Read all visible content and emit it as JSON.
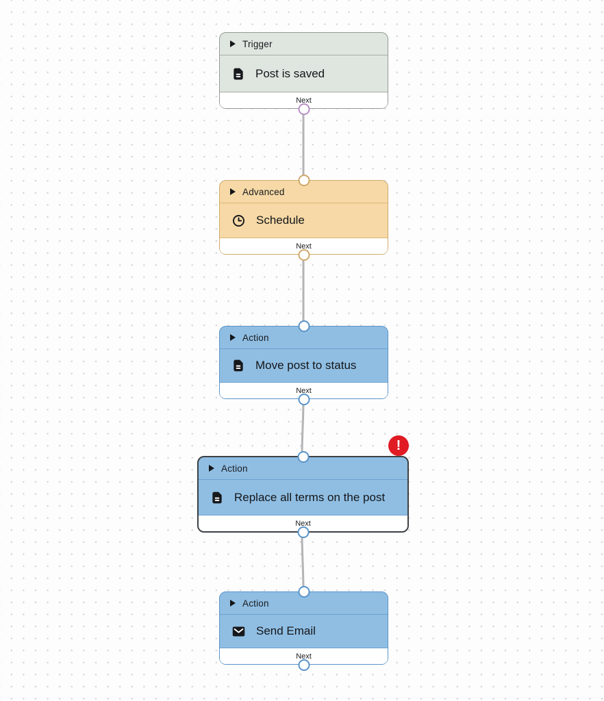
{
  "canvas": {
    "background": "#fdfdfe",
    "dot_color": "#d4d4d8",
    "connector_color": "#b4b4b6"
  },
  "error_badge": {
    "symbol": "!",
    "color": "#e01b24",
    "attached_to": "Replace all terms on the post"
  },
  "nodes": [
    {
      "category": "Trigger",
      "title": "Post is saved",
      "icon": "document-icon",
      "footer_label": "Next",
      "fill": "#dfe5df",
      "border_color": "#949a94",
      "output_port_color": "#b78fc4",
      "has_input_port": false,
      "has_output_port": true,
      "selected": false,
      "has_error": false
    },
    {
      "category": "Advanced",
      "title": "Schedule",
      "icon": "clock-icon",
      "footer_label": "Next",
      "fill": "#f6d9a6",
      "border_color": "#cfa96b",
      "input_port_color": "#cfa96b",
      "output_port_color": "#cfa96b",
      "has_input_port": true,
      "has_output_port": true,
      "selected": false,
      "has_error": false
    },
    {
      "category": "Action",
      "title": "Move post to status",
      "icon": "document-icon",
      "footer_label": "Next",
      "fill": "#90bee3",
      "border_color": "#5a94c8",
      "input_port_color": "#5a94c8",
      "output_port_color": "#5a94c8",
      "has_input_port": true,
      "has_output_port": true,
      "selected": false,
      "has_error": false
    },
    {
      "category": "Action",
      "title": "Replace all terms on the post",
      "icon": "document-icon",
      "footer_label": "Next",
      "fill": "#90bee3",
      "border_color": "#3c4044",
      "input_port_color": "#5a94c8",
      "output_port_color": "#5a94c8",
      "has_input_port": true,
      "has_output_port": true,
      "selected": true,
      "has_error": true
    },
    {
      "category": "Action",
      "title": "Send Email",
      "icon": "envelope-icon",
      "footer_label": "Next",
      "fill": "#90bee3",
      "border_color": "#5a94c8",
      "input_port_color": "#5a94c8",
      "output_port_color": "#5a94c8",
      "has_input_port": true,
      "has_output_port": true,
      "selected": false,
      "has_error": false
    }
  ],
  "edges": [
    {
      "from": "Post is saved",
      "to": "Schedule"
    },
    {
      "from": "Schedule",
      "to": "Move post to status"
    },
    {
      "from": "Move post to status",
      "to": "Replace all terms on the post"
    },
    {
      "from": "Replace all terms on the post",
      "to": "Send Email"
    }
  ]
}
